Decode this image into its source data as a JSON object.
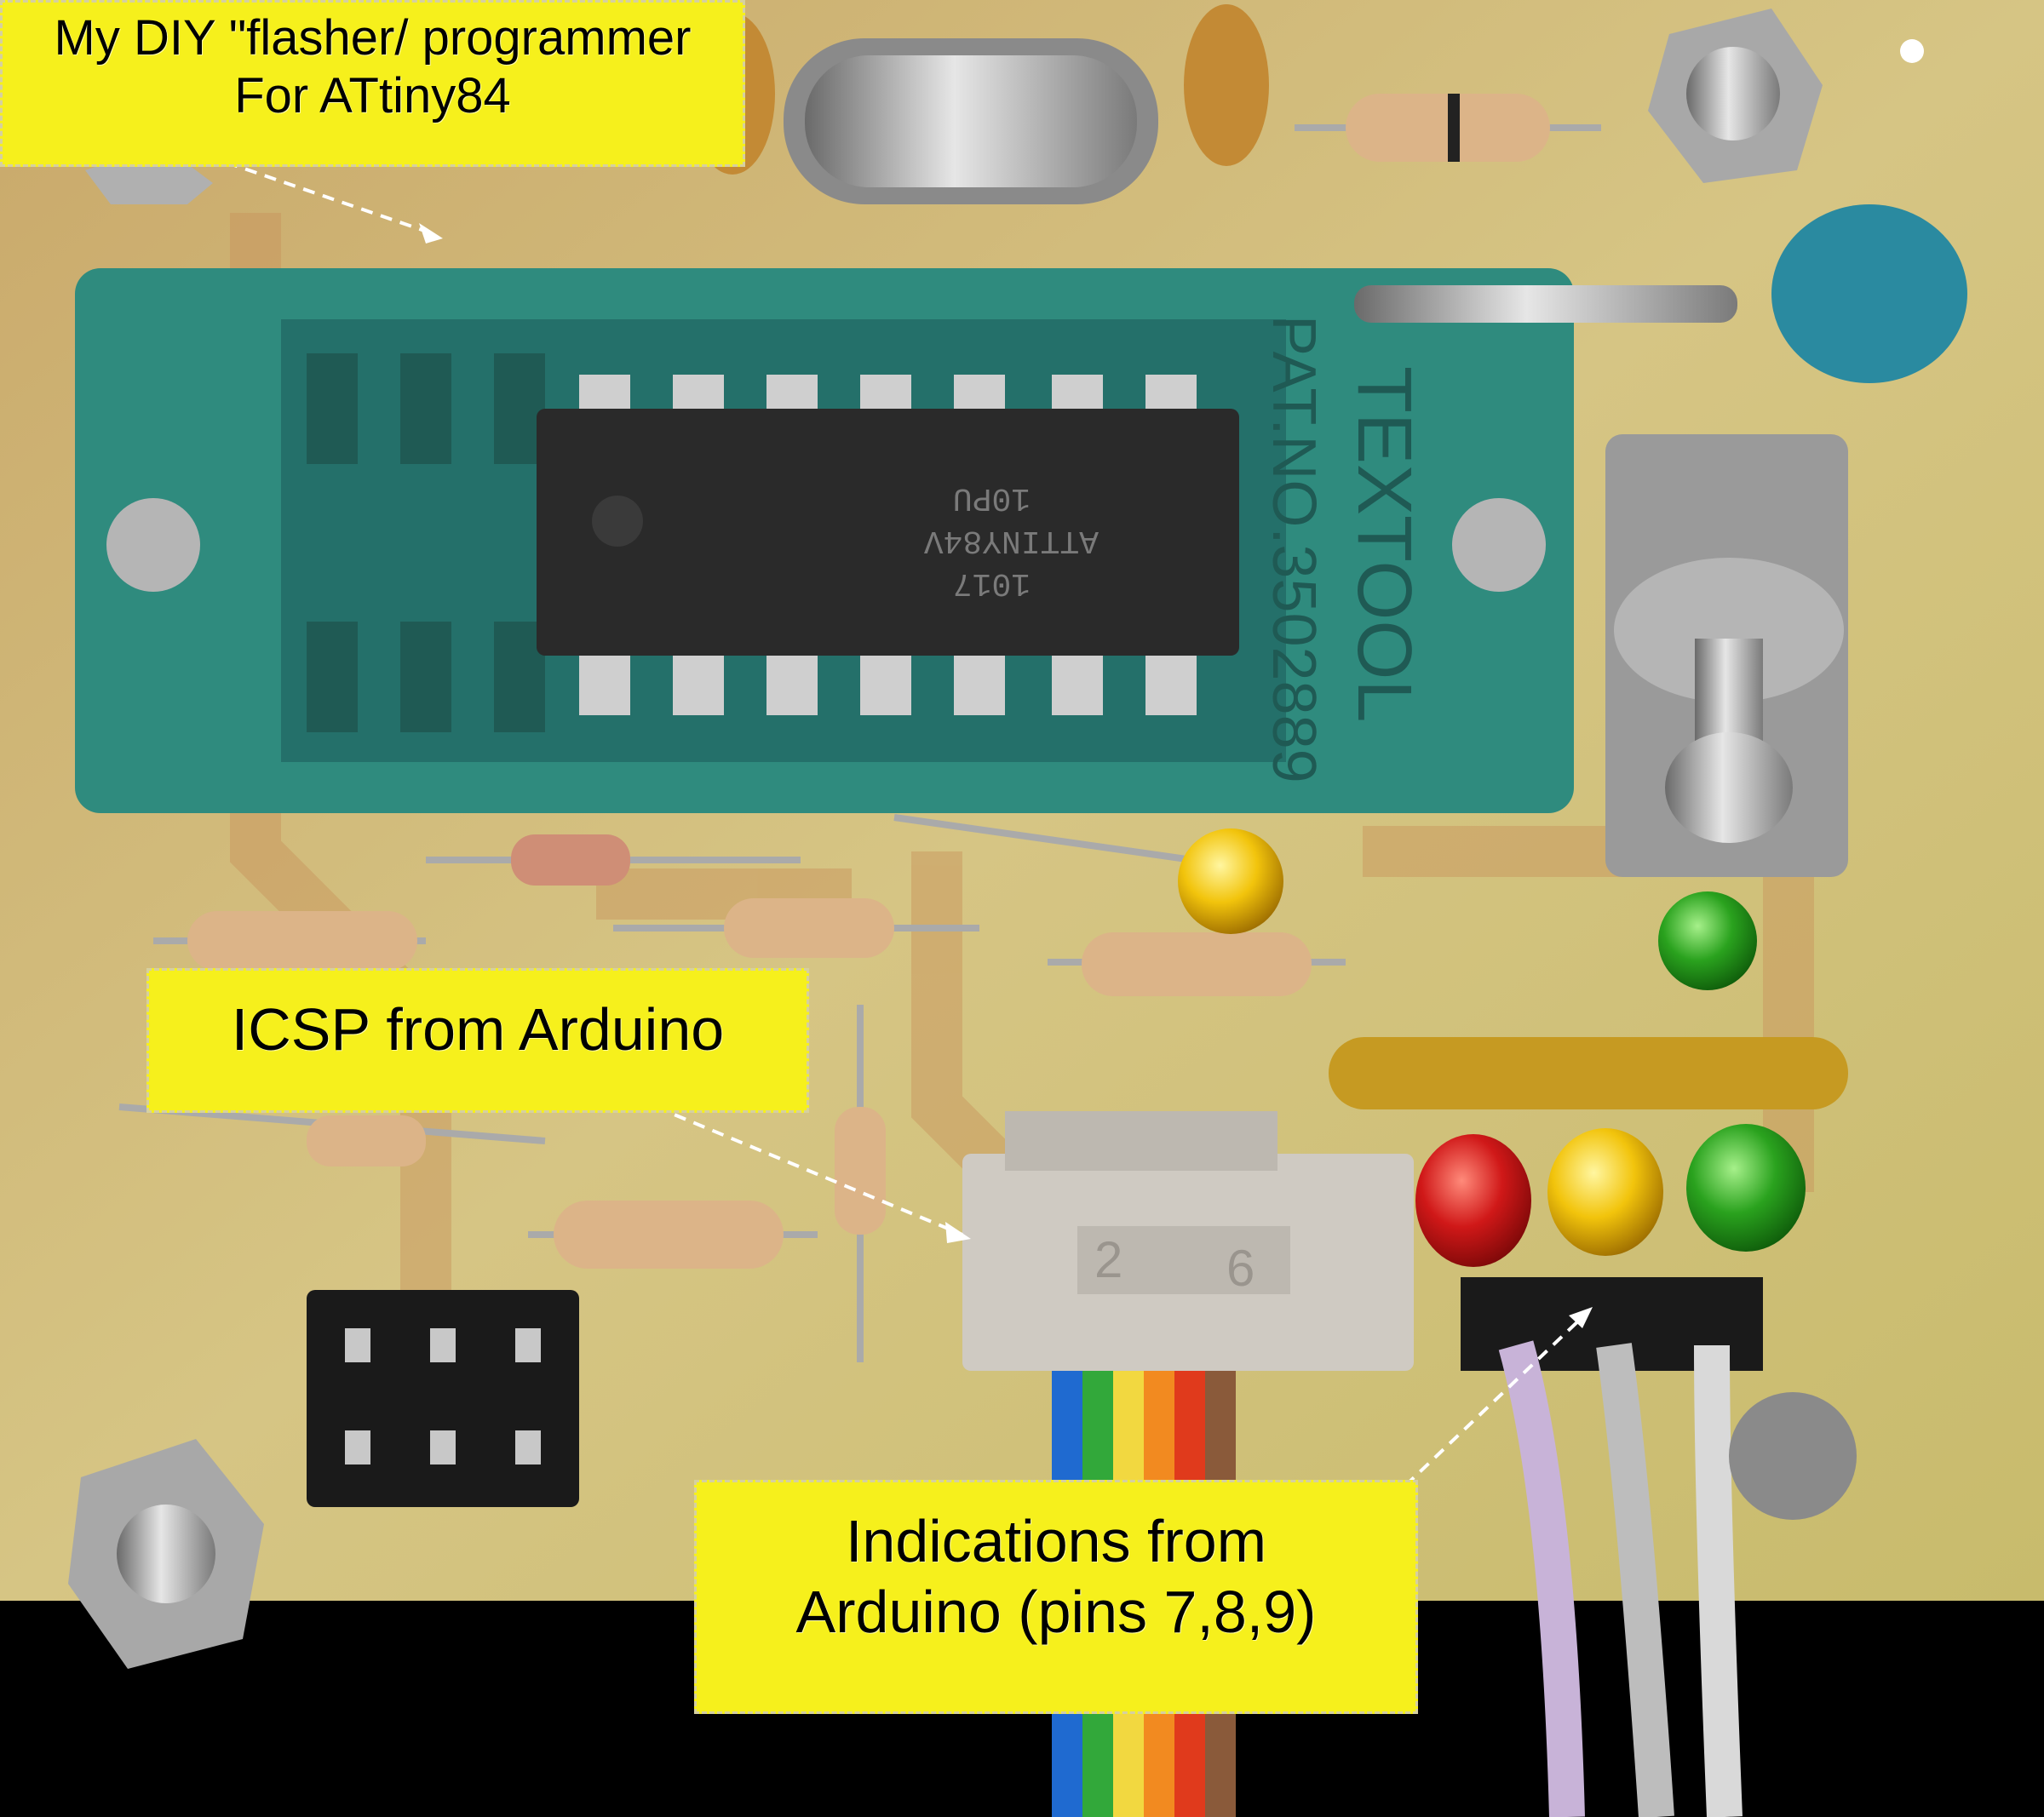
{
  "callouts": {
    "title": {
      "line1": "My DIY \"flasher/ programmer",
      "line2": "For ATtiny84"
    },
    "icsp": {
      "text": "ICSP from Arduino"
    },
    "indications": {
      "line1": "Indications from",
      "line2": "Arduino (pins 7,8,9)"
    }
  },
  "socket_text": {
    "brand": "TEXTOOL",
    "patent": "PAT.NO.3502889"
  },
  "chip_text": {
    "line1": "ATTINY84V",
    "line2": "10PU",
    "line3": "1017"
  },
  "connector_text": {
    "left": "2",
    "right": "6"
  },
  "colors": {
    "callout_bg": "#f6f01c",
    "pcb": "#cfc27a",
    "socket": "#2f8b7e",
    "chip": "#2a2a2a",
    "led_red": "#d01818",
    "led_yellow": "#f2c40c",
    "led_green": "#2aa21e"
  }
}
